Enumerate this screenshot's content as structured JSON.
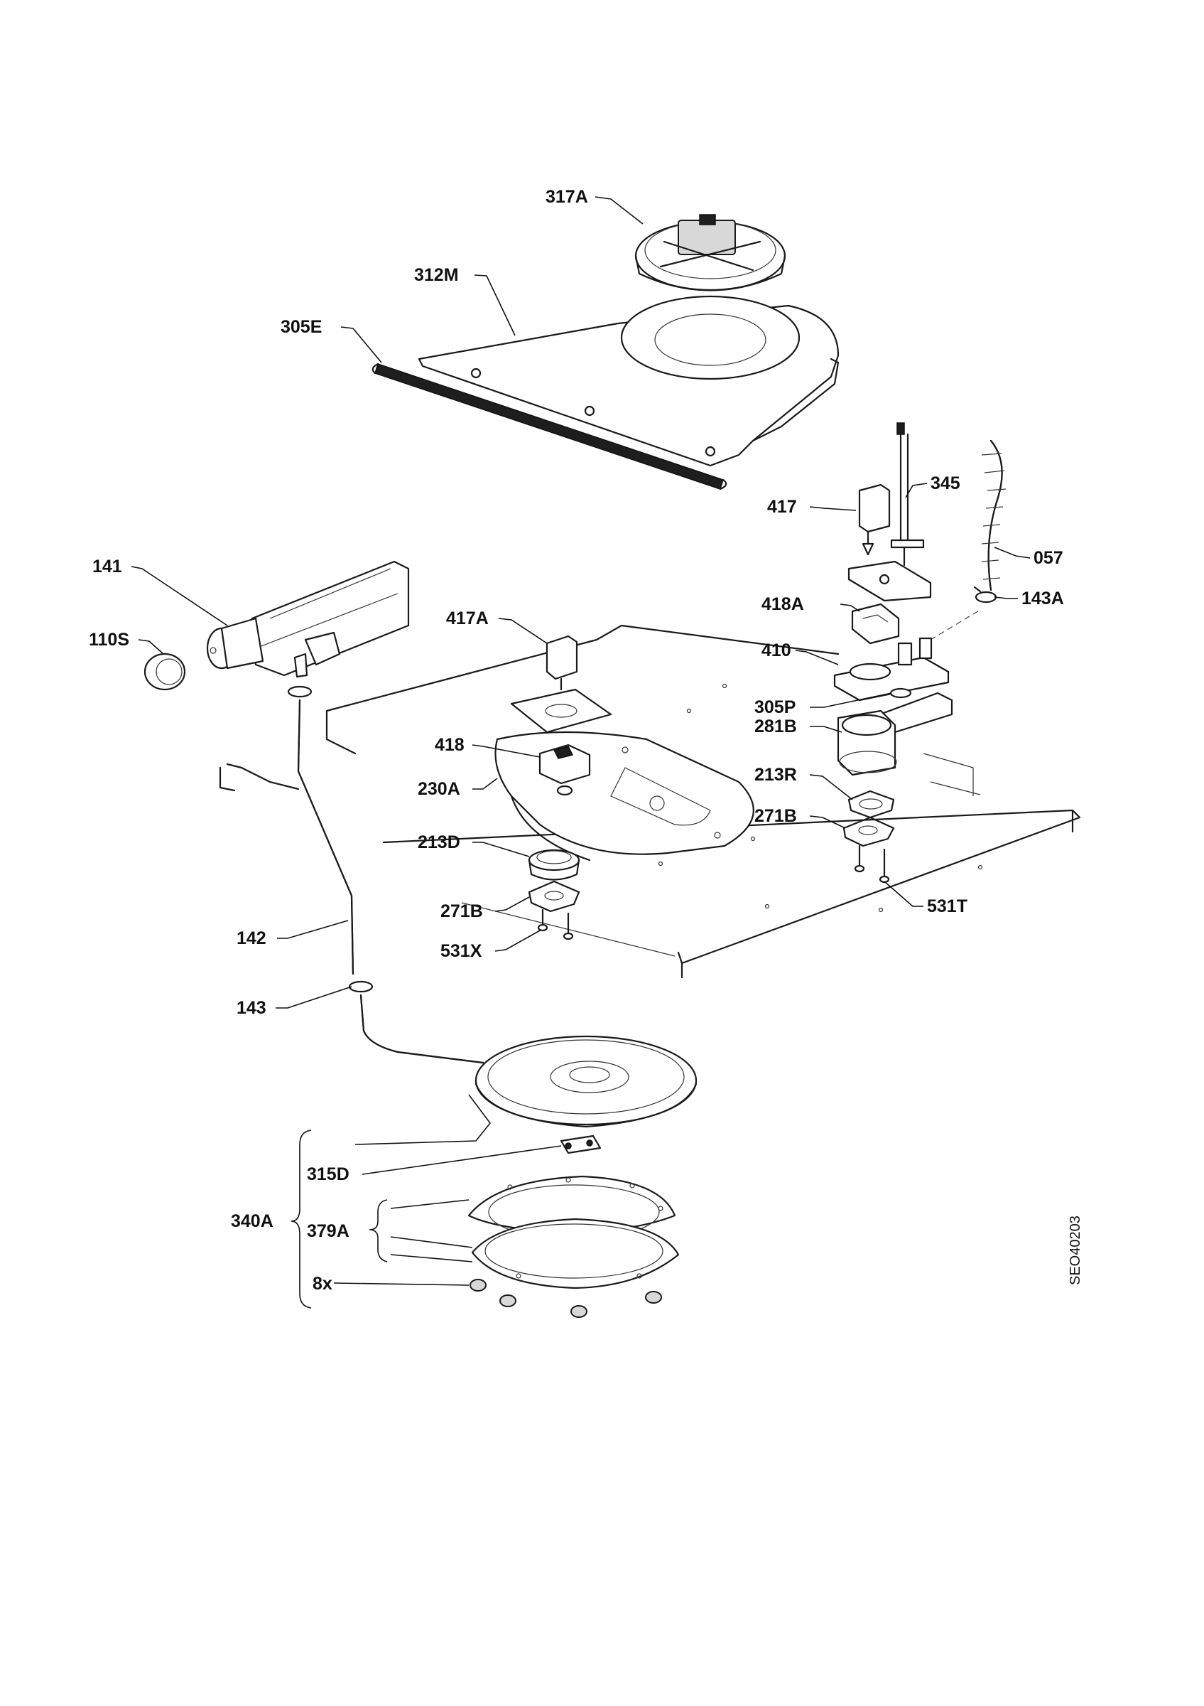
{
  "diagram": {
    "reference_code": "SEO40203",
    "labels": [
      {
        "id": "317A",
        "text": "317A"
      },
      {
        "id": "312M",
        "text": "312M"
      },
      {
        "id": "305E",
        "text": "305E"
      },
      {
        "id": "345",
        "text": "345"
      },
      {
        "id": "417",
        "text": "417"
      },
      {
        "id": "057",
        "text": "057"
      },
      {
        "id": "141",
        "text": "141"
      },
      {
        "id": "418A",
        "text": "418A"
      },
      {
        "id": "143A",
        "text": "143A"
      },
      {
        "id": "417A",
        "text": "417A"
      },
      {
        "id": "110S",
        "text": "110S"
      },
      {
        "id": "410",
        "text": "410"
      },
      {
        "id": "305P",
        "text": "305P"
      },
      {
        "id": "281B_r",
        "text": "281B"
      },
      {
        "id": "418",
        "text": "418"
      },
      {
        "id": "213R",
        "text": "213R"
      },
      {
        "id": "230A",
        "text": "230A"
      },
      {
        "id": "271B_r",
        "text": "271B"
      },
      {
        "id": "213D",
        "text": "213D"
      },
      {
        "id": "531T",
        "text": "531T"
      },
      {
        "id": "271B_l",
        "text": "271B"
      },
      {
        "id": "142",
        "text": "142"
      },
      {
        "id": "531X",
        "text": "531X"
      },
      {
        "id": "143",
        "text": "143"
      },
      {
        "id": "315D",
        "text": "315D"
      },
      {
        "id": "340A",
        "text": "340A"
      },
      {
        "id": "379A",
        "text": "379A"
      },
      {
        "id": "8x",
        "text": "8x"
      }
    ]
  }
}
